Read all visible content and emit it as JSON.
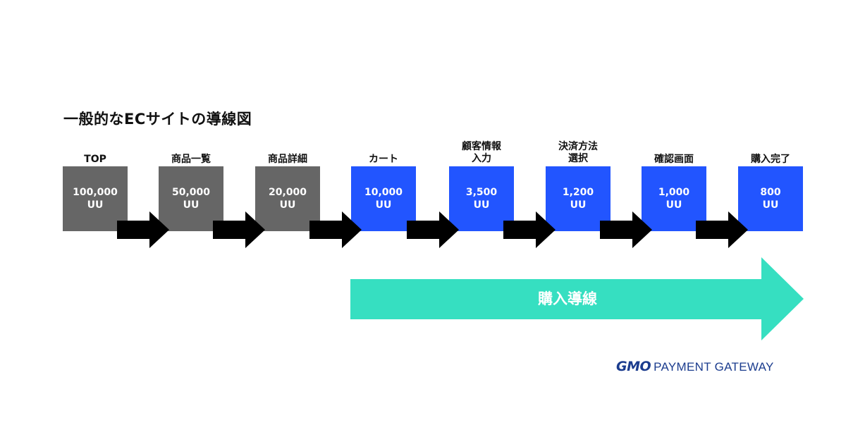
{
  "title": "一般的なECサイトの導線図",
  "steps": [
    {
      "label": [
        "TOP"
      ],
      "value": "100,000",
      "unit": "UU",
      "color": "#666666"
    },
    {
      "label": [
        "商品一覧"
      ],
      "value": "50,000",
      "unit": "UU",
      "color": "#666666"
    },
    {
      "label": [
        "商品詳細"
      ],
      "value": "20,000",
      "unit": "UU",
      "color": "#666666"
    },
    {
      "label": [
        "カート"
      ],
      "value": "10,000",
      "unit": "UU",
      "color": "#2255ff"
    },
    {
      "label": [
        "顧客情報",
        "入力"
      ],
      "value": "3,500",
      "unit": "UU",
      "color": "#2255ff"
    },
    {
      "label": [
        "決済方法",
        "選択"
      ],
      "value": "1,200",
      "unit": "UU",
      "color": "#2255ff"
    },
    {
      "label": [
        "確認画面"
      ],
      "value": "1,000",
      "unit": "UU",
      "color": "#2255ff"
    },
    {
      "label": [
        "購入完了"
      ],
      "value": "800",
      "unit": "UU",
      "color": "#2255ff"
    }
  ],
  "purchase_flow": {
    "label": "購入導線",
    "color": "#36dfc1"
  },
  "logo": {
    "mark": "GMO",
    "text": "PAYMENT GATEWAY",
    "color": "#1b3c8e"
  }
}
